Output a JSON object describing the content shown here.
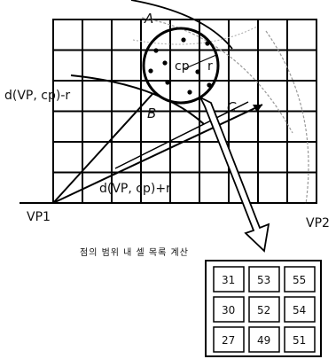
{
  "figure": {
    "grid": {
      "columns": 9,
      "rows": 6
    },
    "labels": {
      "cp": "cp",
      "r": "r",
      "dist_minus": "d(VP, cp)-r",
      "dist_plus": "d(VP, cp)+r",
      "vp1": "VP1",
      "vp2": "VP2",
      "point_a": "A",
      "point_b": "B",
      "point_c": "C"
    },
    "caption": "점의 범위 내 셀 목록 계산",
    "result_table": [
      [
        "31",
        "53",
        "55"
      ],
      [
        "30",
        "52",
        "54"
      ],
      [
        "27",
        "49",
        "51"
      ]
    ]
  }
}
